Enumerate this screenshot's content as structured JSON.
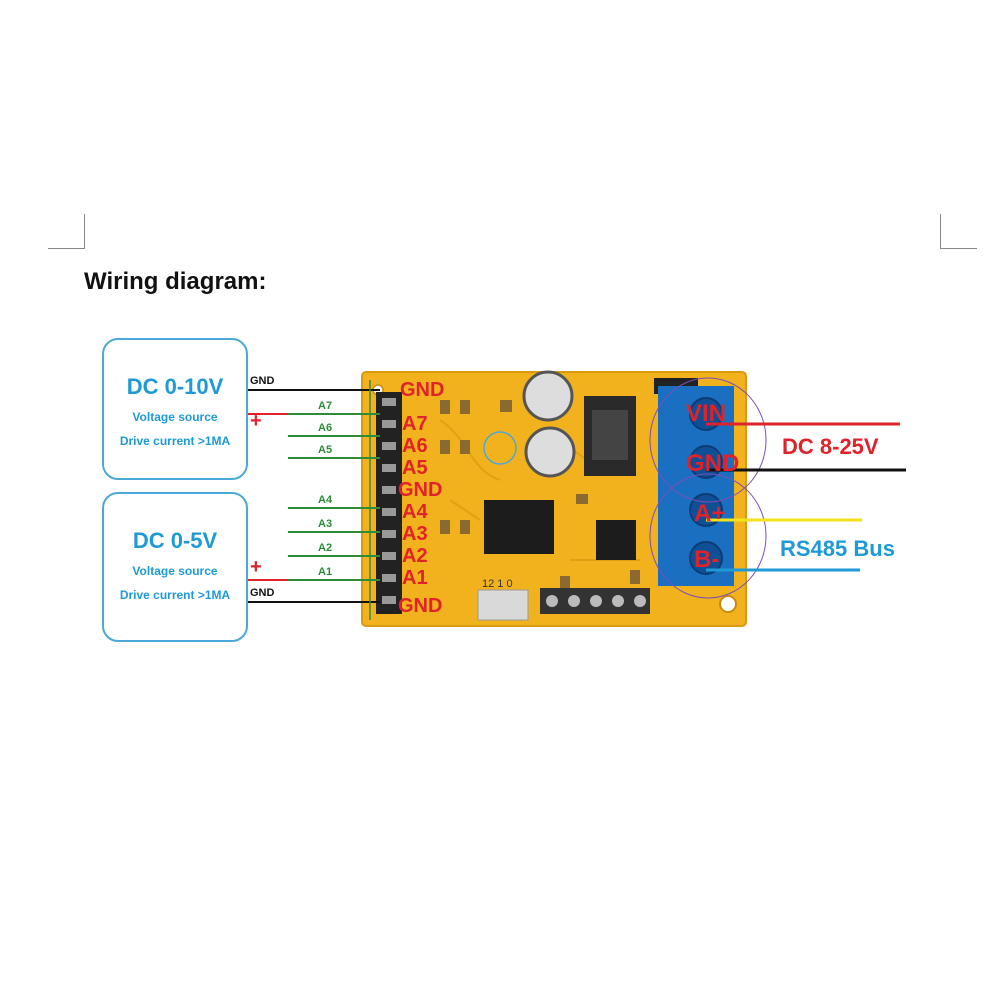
{
  "title": "Wiring diagram:",
  "sources": [
    {
      "title": "DC 0-10V",
      "line1": "Voltage source",
      "line2": "Drive current >1MA"
    },
    {
      "title": "DC 0-5V",
      "line1": "Voltage source",
      "line2": "Drive current >1MA"
    }
  ],
  "wire_labels": {
    "gnd_top": "GND",
    "gnd_bottom": "GND",
    "plus": "+"
  },
  "pin_wires": [
    "A7",
    "A6",
    "A5",
    "A4",
    "A3",
    "A2",
    "A1"
  ],
  "header_labels": [
    "GND",
    "A7",
    "A6",
    "A5",
    "GND",
    "A4",
    "A3",
    "A2",
    "A1",
    "GND"
  ],
  "terminal_labels": [
    "VIN",
    "GND",
    "A+",
    "B-"
  ],
  "power_label": "DC 8-25V",
  "bus_label": "RS485 Bus",
  "jumper_label": "12 1 0",
  "colors": {
    "accent_blue": "#1e9ad6",
    "label_red": "#e0222a",
    "pin_green": "#2e8b3a",
    "board_yellow": "#f2b21d",
    "terminal_blue": "#1a6fc0",
    "bus_yellow": "#f5e21a"
  }
}
